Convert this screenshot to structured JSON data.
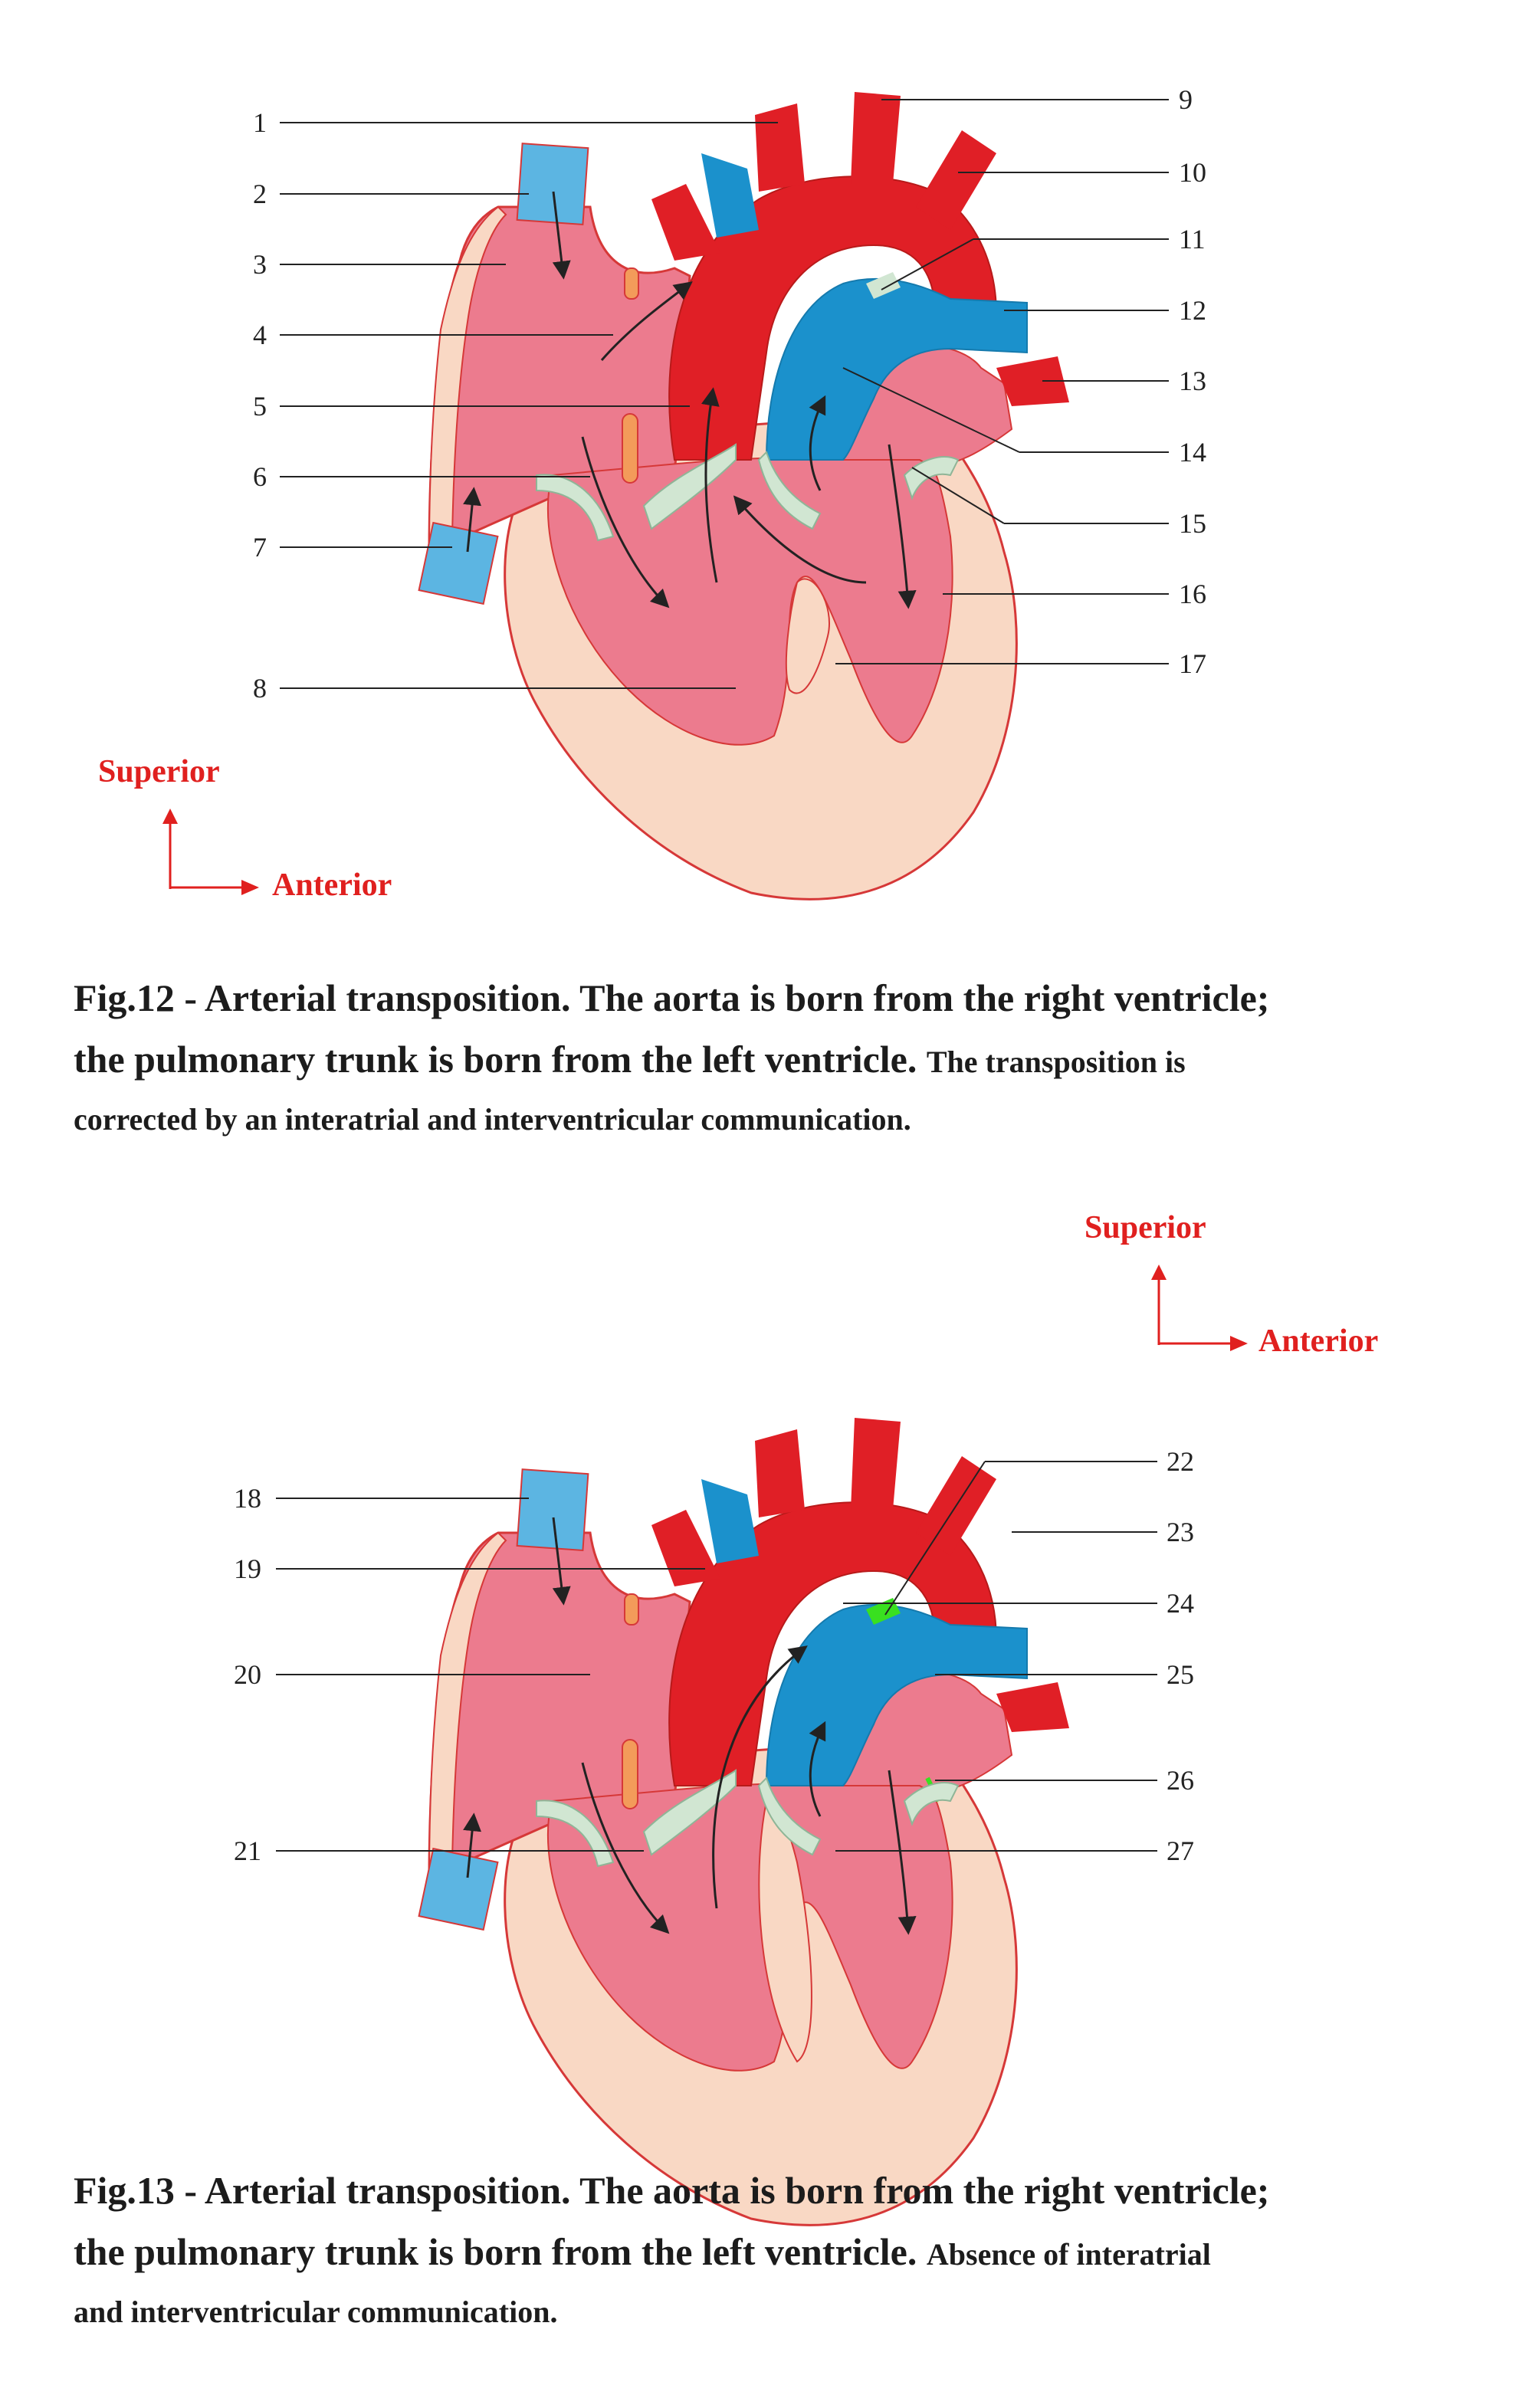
{
  "colors": {
    "oxygenated": "#e01f26",
    "deoxygenated": "#1b91cc",
    "venous_cap": "#5cb5e2",
    "chamber": "#ec7b8e",
    "wall": "#f9d8c4",
    "valve": "#d1e6d2",
    "ductus": "#f39b5a",
    "ligament": "#39e020",
    "label_red": "#e0201f",
    "text": "#1c1c1c"
  },
  "fig12": {
    "labels_left": [
      "1",
      "2",
      "3",
      "4",
      "5",
      "6",
      "7",
      "8"
    ],
    "labels_right": [
      "9",
      "10",
      "11",
      "12",
      "13",
      "14",
      "15",
      "16",
      "17"
    ],
    "orientation": {
      "superior": "Superior",
      "anterior": "Anterior"
    },
    "caption": {
      "main_line1": "Fig.12 - Arterial transposition. The aorta is born from the right ventricle;",
      "main_line2": "the pulmonary trunk is born from the left ventricle.",
      "sub_line2": "The transposition is",
      "sub_line3": "corrected by an interatrial and interventricular communication."
    }
  },
  "fig13": {
    "labels_left": [
      "18",
      "19",
      "20",
      "21"
    ],
    "labels_right": [
      "22",
      "23",
      "24",
      "25",
      "26",
      "27"
    ],
    "orientation": {
      "superior": "Superior",
      "anterior": "Anterior"
    },
    "caption": {
      "main_line1": "Fig.13 - Arterial transposition. The aorta is born from the right ventricle;",
      "main_line2": "the pulmonary trunk is born from the left ventricle.",
      "sub_line2": "Absence of interatrial",
      "sub_line3": "and interventricular communication."
    }
  }
}
